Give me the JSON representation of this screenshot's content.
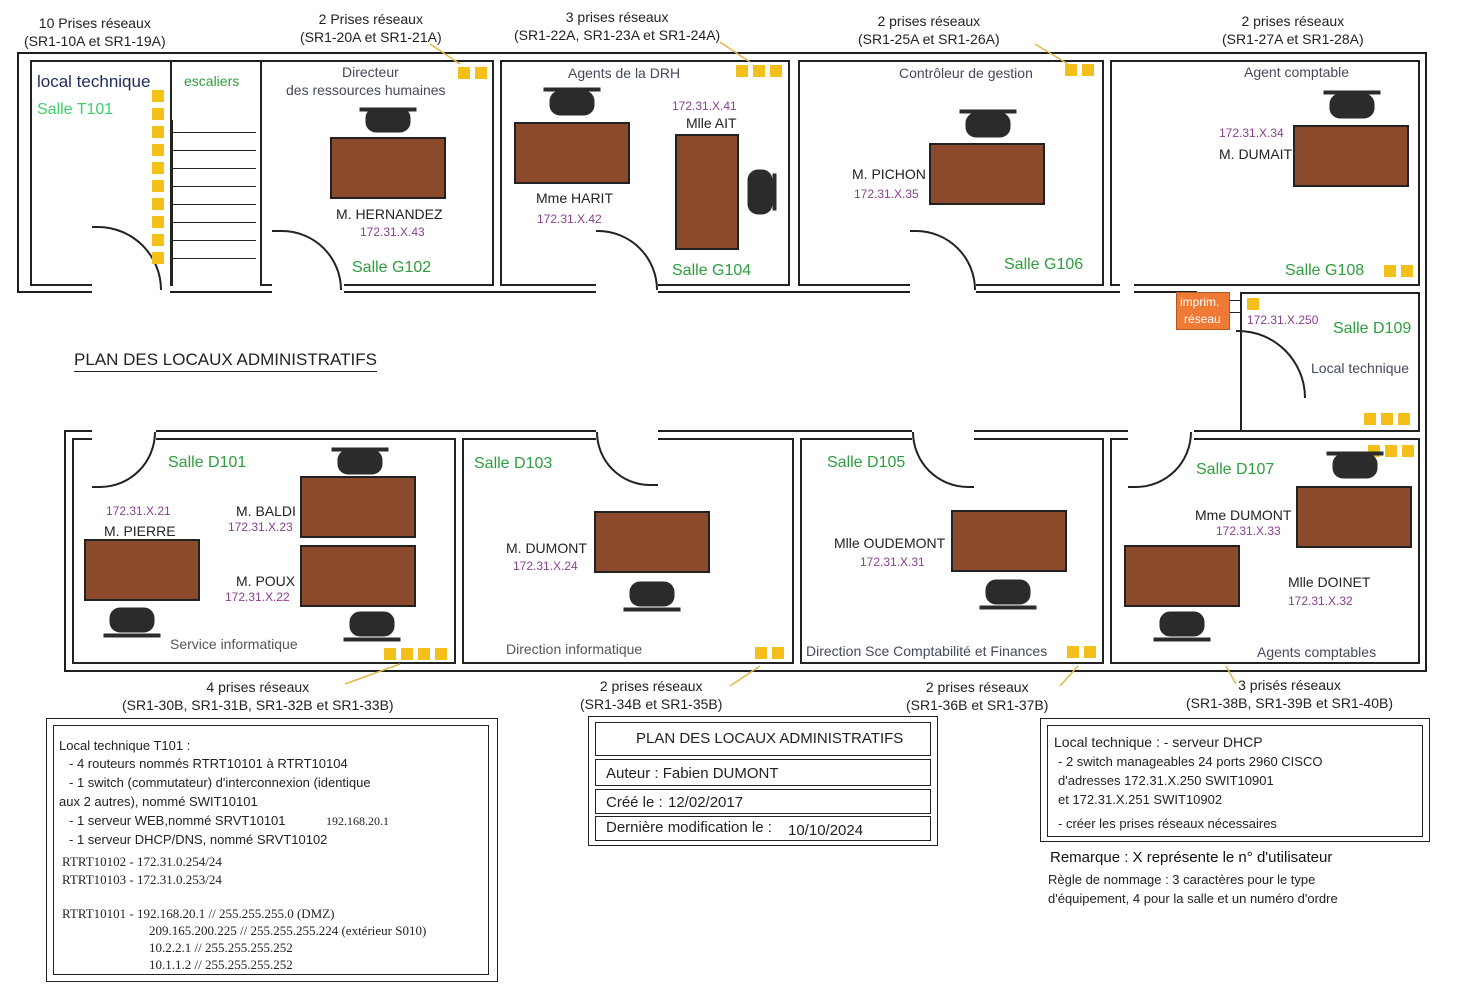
{
  "diagram_title": "PLAN DES LOCAUX ADMINISTRATIFS",
  "port_notes": {
    "t101": {
      "line1": "10 Prises réseaux",
      "line2": "(SR1-10A et SR1-19A)"
    },
    "g102": {
      "line1": "2 Prises réseaux",
      "line2": "(SR1-20A et SR1-21A)"
    },
    "g104": {
      "line1": "3 prises réseaux",
      "line2": "(SR1-22A, SR1-23A et SR1-24A)"
    },
    "g106": {
      "line1": "2 prises réseaux",
      "line2": "(SR1-25A et SR1-26A)"
    },
    "g108": {
      "line1": "2 prises réseaux",
      "line2": "(SR1-27A et SR1-28A)"
    },
    "d101": {
      "line1": "4 prises réseaux",
      "line2": "(SR1-30B, SR1-31B, SR1-32B et SR1-33B)"
    },
    "d103": {
      "line1": "2 prises réseaux",
      "line2": "(SR1-34B et SR1-35B)"
    },
    "d105": {
      "line1": "2 prises réseaux",
      "line2": "(SR1-36B et SR1-37B)"
    },
    "d107": {
      "line1": "3 prisés réseaux",
      "line2": "(SR1-38B, SR1-39B et SR1-40B)"
    }
  },
  "rooms": {
    "t101": {
      "label": "local technique",
      "name": "Salle T101",
      "stairs": "escaliers"
    },
    "g102": {
      "role1": "Directeur",
      "role2": "des ressources humaines",
      "person": "M. HERNANDEZ",
      "ip": "172.31.X.43",
      "name": "Salle G102"
    },
    "g104": {
      "role": "Agents de la DRH",
      "person1": "Mme HARIT",
      "ip1": "172.31.X.42",
      "person2": "Mlle AIT",
      "ip2": "172.31.X.41",
      "name": "Salle G104"
    },
    "g106": {
      "role": "Contrôleur de gestion",
      "person": "M. PICHON",
      "ip": "172.31.X.35",
      "name": "Salle G106"
    },
    "g108": {
      "role": "Agent comptable",
      "person": "M. DUMAIT",
      "ip": "172.31.X.34",
      "name": "Salle G108"
    },
    "d109": {
      "name": "Salle D109",
      "label": "Local technique",
      "printer1": "imprim.",
      "printer2": "réseau",
      "printer_ip": "172.31.X.250"
    },
    "d101": {
      "name": "Salle D101",
      "person1": "M. PIERRE",
      "ip1": "172.31.X.21",
      "person2": "M. BALDI",
      "ip2": "172.31.X.23",
      "person3": "M. POUX",
      "ip3": "172.31.X.22",
      "label": "Service informatique"
    },
    "d103": {
      "name": "Salle D103",
      "person": "M. DUMONT",
      "ip": "172.31.X.24",
      "label": "Direction informatique"
    },
    "d105": {
      "name": "Salle D105",
      "person": "Mlle OUDEMONT",
      "ip": "172.31.X.31",
      "label": "Direction Sce Comptabilité et Finances"
    },
    "d107": {
      "name": "Salle D107",
      "person1": "Mme DUMONT",
      "ip1": "172.31.X.33",
      "person2": "Mlle DOINET",
      "ip2": "172.31.X.32",
      "label": "Agents comptables"
    }
  },
  "left_box": {
    "title": "Local technique T101 :",
    "l1": "-  4 routeurs nommés RTRT10101 à RTRT10104",
    "l2": "-  1 switch (commutateur) d'interconnexion (identique",
    "l3": "aux 2 autres), nommé SWIT10101",
    "l4": "-  1 serveur WEB,nommé SRVT10101",
    "l4b": "192.168.20.1",
    "l5": "-  1 serveur  DHCP/DNS, nommé SRVT10102",
    "r1": "RTRT10102 - 172.31.0.254/24",
    "r2": "RTRT10103 - 172.31.0.253/24",
    "r3": "RTRT10101 - 192.168.20.1 // 255.255.255.0 (DMZ)",
    "r4": "209.165.200.225 // 255.255.255.224 (extérieur S010)",
    "r5": "10.2.2.1 // 255.255.255.252",
    "r6": "10.1.1.2 // 255.255.255.252"
  },
  "center_box": {
    "title": "PLAN DES LOCAUX ADMINISTRATIFS",
    "author": "Auteur : Fabien DUMONT",
    "created_label": "Créé le :",
    "created": "12/02/2017",
    "modified_label": "Dernière modification le :",
    "modified": "10/10/2024"
  },
  "right_box": {
    "l1": "Local technique :    - serveur DHCP",
    "l2": "- 2 switch manageables 24 ports 2960 CISCO",
    "l3": "d'adresses 172.31.X.250   SWIT10901",
    "l4": "et 172.31.X.251    SWIT10902",
    "l5": "- créer les prises réseaux nécessaires"
  },
  "remark": {
    "title": "Remarque : X représente le n° d'utilisateur",
    "l1": "Règle de nommage : 3 caractères pour le type",
    "l2": "d'équipement, 4 pour la salle et un numéro d'ordre"
  }
}
